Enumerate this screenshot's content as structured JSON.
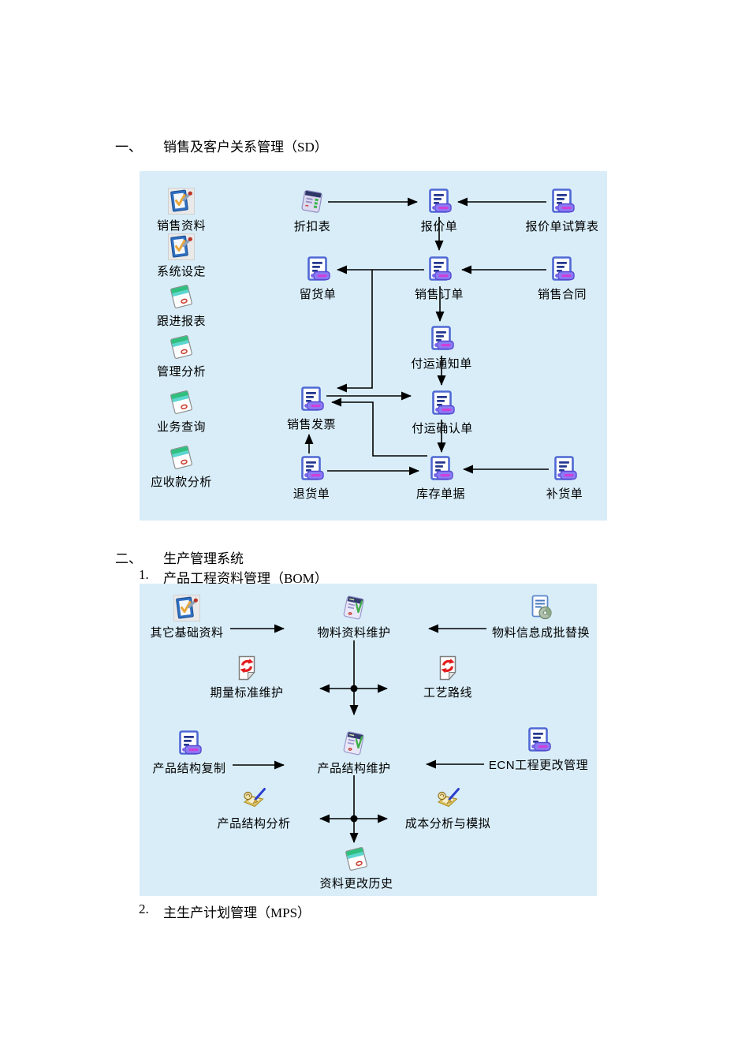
{
  "document": {
    "section1": {
      "numeral": "一、",
      "title": "销售及客户关系管理（SD）"
    },
    "section2": {
      "numeral": "二、",
      "title": "生产管理系统"
    },
    "subitem1": {
      "numeral": "1.",
      "title": "产品工程资料管理（BOM）"
    },
    "subitem2": {
      "numeral": "2.",
      "title": "主生产计划管理（MPS）"
    }
  },
  "colors": {
    "panel_bg": "#d8edf8",
    "arrow": "#000000",
    "doc_icon_border": "#4f68d4",
    "doc_icon_tag": "#8b7bf4",
    "recycle_red": "#e11c1c"
  },
  "sd_diagram": {
    "sidebar": [
      {
        "label": "销售资料",
        "icon": "checkbox-pencil-icon"
      },
      {
        "label": "系统设定",
        "icon": "checkbox-pencil-icon"
      },
      {
        "label": "跟进报表",
        "icon": "notebook-icon"
      },
      {
        "label": "管理分析",
        "icon": "notebook-icon"
      },
      {
        "label": "业务查询",
        "icon": "notebook-icon"
      },
      {
        "label": "应收款分析",
        "icon": "notebook-icon"
      }
    ],
    "nodes": [
      {
        "label": "折扣表",
        "icon": "calculator-pad-icon"
      },
      {
        "label": "报价单",
        "icon": "doc-tag-icon"
      },
      {
        "label": "报价单试算表",
        "icon": "doc-tag-icon"
      },
      {
        "label": "留货单",
        "icon": "doc-tag-icon"
      },
      {
        "label": "销售订单",
        "icon": "doc-tag-icon"
      },
      {
        "label": "销售合同",
        "icon": "doc-tag-icon"
      },
      {
        "label": "付运通知单",
        "icon": "doc-tag-icon"
      },
      {
        "label": "销售发票",
        "icon": "doc-tag-icon"
      },
      {
        "label": "付运确认单",
        "icon": "doc-tag-icon"
      },
      {
        "label": "退货单",
        "icon": "doc-tag-icon"
      },
      {
        "label": "库存单据",
        "icon": "doc-tag-icon"
      },
      {
        "label": "补货单",
        "icon": "doc-tag-icon"
      }
    ],
    "edges": [
      {
        "from": "折扣表",
        "to": "报价单"
      },
      {
        "from": "报价单试算表",
        "to": "报价单"
      },
      {
        "from": "报价单",
        "to": "销售订单"
      },
      {
        "from": "销售订单",
        "to": "留货单"
      },
      {
        "from": "销售合同",
        "to": "销售订单"
      },
      {
        "from": "销售订单",
        "to": "付运通知单"
      },
      {
        "from": "付运通知单",
        "to": "付运确认单"
      },
      {
        "from": "销售订单",
        "to": "销售发票"
      },
      {
        "from": "销售发票",
        "to": "付运确认单"
      },
      {
        "from": "库存单据",
        "to": "销售发票"
      },
      {
        "from": "退货单",
        "to": "销售发票"
      },
      {
        "from": "退货单",
        "to": "库存单据"
      },
      {
        "from": "补货单",
        "to": "库存单据"
      },
      {
        "from": "付运确认单",
        "to": "库存单据"
      }
    ]
  },
  "bom_diagram": {
    "nodes": [
      {
        "label": "其它基础资料",
        "icon": "checkbox-pencil-icon"
      },
      {
        "label": "物料资料维护",
        "icon": "notepad-icon"
      },
      {
        "label": "物料信息成批替换",
        "icon": "doc-disc-icon"
      },
      {
        "label": "期量标准维护",
        "icon": "recycle-doc-icon"
      },
      {
        "label": "工艺路线",
        "icon": "recycle-doc-icon"
      },
      {
        "label": "产品结构复制",
        "icon": "doc-tag-icon"
      },
      {
        "label": "产品结构维护",
        "icon": "notepad-icon"
      },
      {
        "label": "ECN工程更改管理",
        "icon": "doc-tag-icon"
      },
      {
        "label": "产品结构分析",
        "icon": "gold-pencil-icon"
      },
      {
        "label": "成本分析与模拟",
        "icon": "gold-pencil-icon"
      },
      {
        "label": "资料更改历史",
        "icon": "notebook-icon"
      }
    ],
    "edges": [
      {
        "from": "其它基础资料",
        "to": "物料资料维护"
      },
      {
        "from": "物料信息成批替换",
        "to": "物料资料维护"
      },
      {
        "from": "物料资料维护",
        "to": "期量标准维护"
      },
      {
        "from": "物料资料维护",
        "to": "工艺路线"
      },
      {
        "from": "物料资料维护",
        "to": "产品结构维护"
      },
      {
        "from": "产品结构复制",
        "to": "产品结构维护"
      },
      {
        "from": "ECN工程更改管理",
        "to": "产品结构维护"
      },
      {
        "from": "产品结构维护",
        "to": "产品结构分析"
      },
      {
        "from": "产品结构维护",
        "to": "成本分析与模拟"
      },
      {
        "from": "产品结构维护",
        "to": "资料更改历史"
      }
    ]
  }
}
